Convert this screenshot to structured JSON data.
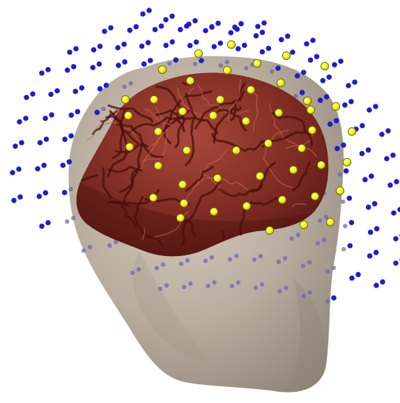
{
  "figure": {
    "subject": "head-brain-sensor-model",
    "colors": {
      "background": "#ffffff",
      "scalp": "#b8ad9f",
      "scalp_shadow": "#8e8478",
      "brain": "#7a2a22",
      "brain_highlight": "#b4513f",
      "meg_sensor": "#1e1ecc",
      "meg_sensor_hidden": "#6b62b0",
      "eeg_electrode_fill": "#f2f21a",
      "eeg_electrode_stroke": "#6b6b00"
    },
    "meg_sensor_count": 190,
    "eeg_electrode_count": 46
  }
}
